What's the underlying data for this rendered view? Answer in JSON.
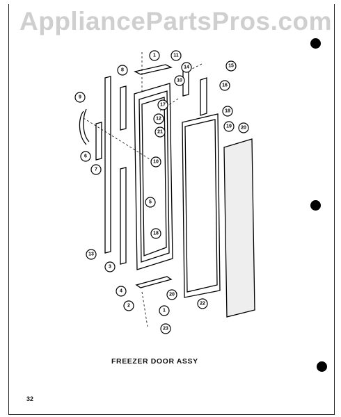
{
  "watermark": "AppliancePartsPros.com",
  "caption": "FREEZER DOOR ASSY",
  "page_number": "32",
  "callouts": [
    "1",
    "11",
    "8",
    "14",
    "15",
    "10",
    "16",
    "9",
    "17",
    "12",
    "18",
    "19",
    "20",
    "21",
    "10",
    "6",
    "7",
    "5",
    "18",
    "13",
    "3",
    "4",
    "2",
    "1",
    "20",
    "22",
    "23"
  ]
}
